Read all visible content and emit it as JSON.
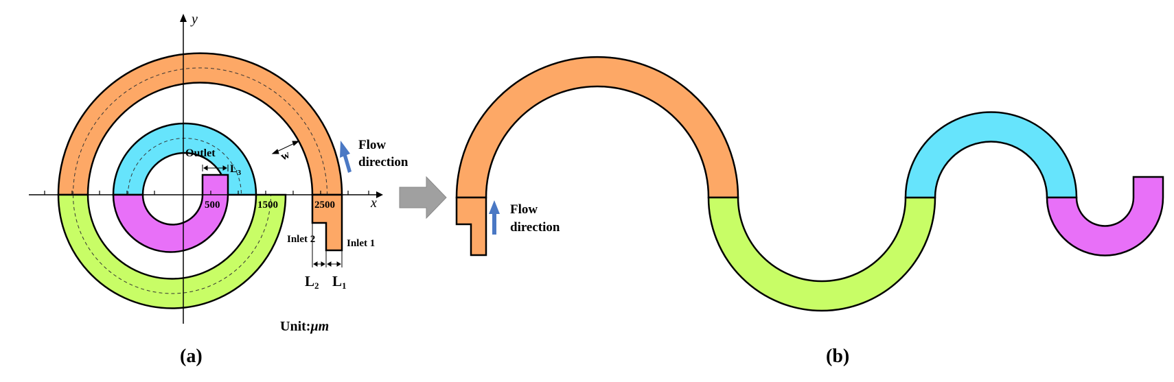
{
  "panel_a": {
    "caption": "(a)",
    "y_axis_label": "y",
    "x_axis_label": "x",
    "tick_labels": [
      "500",
      "1500",
      "2500"
    ],
    "outlet_label": "Outlet",
    "width_label": "w",
    "l3_label": "L",
    "l3_sub": "3",
    "inlet2_label": "Inlet 2",
    "inlet1_label": "Inlet 1",
    "l2_label": "L",
    "l2_sub": "2",
    "l1_label": "L",
    "l1_sub": "1",
    "flow_line1": "Flow",
    "flow_line2": "direction",
    "unit_label": "Unit:",
    "unit_symbol": "μm"
  },
  "panel_b": {
    "caption": "(b)",
    "flow_line1": "Flow",
    "flow_line2": "direction"
  },
  "colors": {
    "orange": "#FDA866",
    "cyan": "#66E4FC",
    "green": "#C8FD66",
    "magenta": "#E870F8",
    "arrow_blue": "#4A78C4",
    "transform_arrow": "#A0A0A0"
  }
}
